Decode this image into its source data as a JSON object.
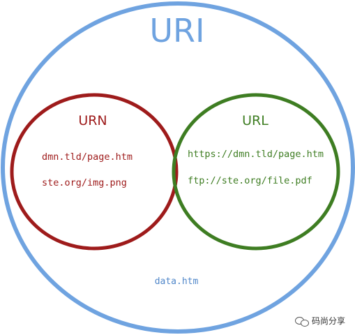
{
  "diagram": {
    "uri": {
      "title": "URI",
      "outside_items": [
        "data.htm"
      ]
    },
    "urn": {
      "title": "URN",
      "items": [
        "dmn.tld/page.htm",
        "ste.org/img.png"
      ]
    },
    "url": {
      "title": "URL",
      "items": [
        "https://dmn.tld/page.htm",
        "ftp://ste.org/file.pdf"
      ]
    }
  },
  "colors": {
    "uri": "#6FA3E0",
    "urn": "#9E1B1B",
    "url": "#3E7D22"
  },
  "watermark": {
    "icon": "wechat-icon",
    "text": "码尚分享"
  }
}
